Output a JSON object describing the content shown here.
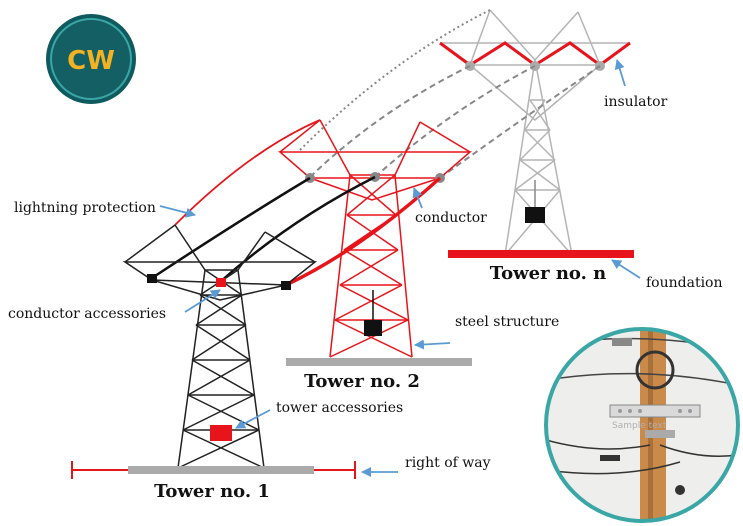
{
  "logo": {
    "text": "CW"
  },
  "towers": [
    {
      "id": "t1",
      "title": "Tower no. 1"
    },
    {
      "id": "t2",
      "title": "Tower no. 2"
    },
    {
      "id": "tn",
      "title": "Tower no. n"
    }
  ],
  "labels": {
    "insulator": "insulator",
    "lightning_protection": "lightning protection",
    "conductor": "conductor",
    "foundation": "foundation",
    "conductor_accessories": "conductor accessories",
    "steel_structure": "steel structure",
    "tower_accessories": "tower accessories",
    "right_of_way": "right of way"
  },
  "colors": {
    "red": "#e8141b",
    "black": "#111111",
    "gray_line": "#888888",
    "gray_tower": "#b4b4b4",
    "arrow": "#5b9bd5",
    "inset_border": "#3aa6a6",
    "logo_bg": "#0f5a5e"
  },
  "watermark": "Sample text"
}
